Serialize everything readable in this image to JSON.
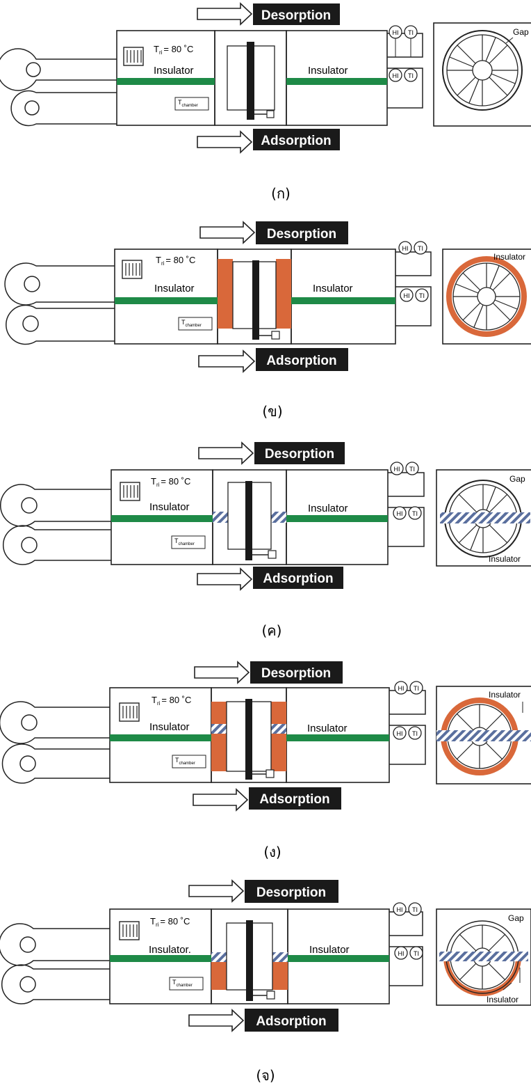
{
  "panels": [
    {
      "caption": "(ก)",
      "desorption": "Desorption",
      "adsorption": "Adsorption",
      "temp_label": "T",
      "temp_sub": "ri",
      "temp_value": "= 80 ˚C",
      "chamber_label": "T",
      "chamber_sub": "chamber",
      "insulator_left": "Insulator",
      "insulator_right": "Insulator",
      "wheel_label_top": "Gap",
      "wheel_label_bottom": ""
    },
    {
      "caption": "(ข)",
      "desorption": "Desorption",
      "adsorption": "Adsorption",
      "temp_label": "T",
      "temp_sub": "ri",
      "temp_value": "= 80 ˚C",
      "chamber_label": "T",
      "chamber_sub": "chamber",
      "insulator_left": "Insulator",
      "insulator_right": "Insulator",
      "wheel_label_top": "Insulator",
      "wheel_label_bottom": ""
    },
    {
      "caption": "(ค)",
      "desorption": "Desorption",
      "adsorption": "Adsorption",
      "temp_label": "T",
      "temp_sub": "ri",
      "temp_value": "= 80 ˚C",
      "chamber_label": "T",
      "chamber_sub": "chamber",
      "insulator_left": "Insulator",
      "insulator_right": "Insulator",
      "wheel_label_top": "Gap",
      "wheel_label_bottom": "Insulator"
    },
    {
      "caption": "(ง)",
      "desorption": "Desorption",
      "adsorption": "Adsorption",
      "temp_label": "T",
      "temp_sub": "ri",
      "temp_value": "= 80 ˚C",
      "chamber_label": "T",
      "chamber_sub": "chamber",
      "insulator_left": "Insulator",
      "insulator_right": "Insulator",
      "wheel_label_top": "Insulator",
      "wheel_label_bottom": ""
    },
    {
      "caption": "(จ)",
      "desorption": "Desorption",
      "adsorption": "Adsorption",
      "temp_label": "T",
      "temp_sub": "ri",
      "temp_value": "= 80 ˚C",
      "chamber_label": "T",
      "chamber_sub": "chamber",
      "insulator_left": "Insulator.",
      "insulator_right": "Insulator",
      "wheel_label_top": "Gap",
      "wheel_label_bottom": "Insulator"
    }
  ],
  "instruments": {
    "humidity": "HI",
    "temperature": "TI"
  },
  "colors": {
    "insulator_green": "#1e8a47",
    "insulation_orange": "#d9683a",
    "fill_dark": "#1a1a1a",
    "hatch_blue": "#5a6f9e"
  }
}
